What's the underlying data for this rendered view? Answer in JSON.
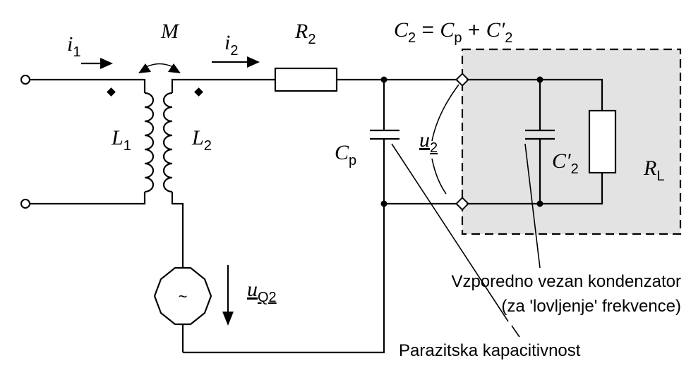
{
  "currents": {
    "i1": {
      "sym": "i",
      "sub": "1"
    },
    "i2": {
      "sym": "i",
      "sub": "2"
    }
  },
  "mutual": "M",
  "inductors": {
    "l1": {
      "sym": "L",
      "sub": "1"
    },
    "l2": {
      "sym": "L",
      "sub": "2"
    }
  },
  "resistor_r2": {
    "sym": "R",
    "sub": "2"
  },
  "equation": {
    "c2": "C",
    "c2_sub": "2",
    "eq": " = ",
    "cp": "C",
    "cp_sub": "p",
    "plus": " + ",
    "c2p": "C′",
    "c2p_sub": "2"
  },
  "voltage_u2": {
    "sym": "u",
    "sub": "2"
  },
  "cap_cp": {
    "sym": "C",
    "sub": "p"
  },
  "cap_c2p": {
    "sym": "C′",
    "sub": "2"
  },
  "load_rl": {
    "sym": "R",
    "sub": "L"
  },
  "source": {
    "symbol": "~",
    "voltage": {
      "sym": "u",
      "sub": "Q2"
    }
  },
  "annotations": {
    "parallel_capacitor_line1": "Vzporedno vezan kondenzator",
    "parallel_capacitor_line2": "(za 'lovljenje' frekvence)",
    "parasitic_capacitance": "Parazitska kapacitivnost"
  },
  "colors": {
    "load_box_fill": "#e3e3e3",
    "wire": "#000000"
  }
}
